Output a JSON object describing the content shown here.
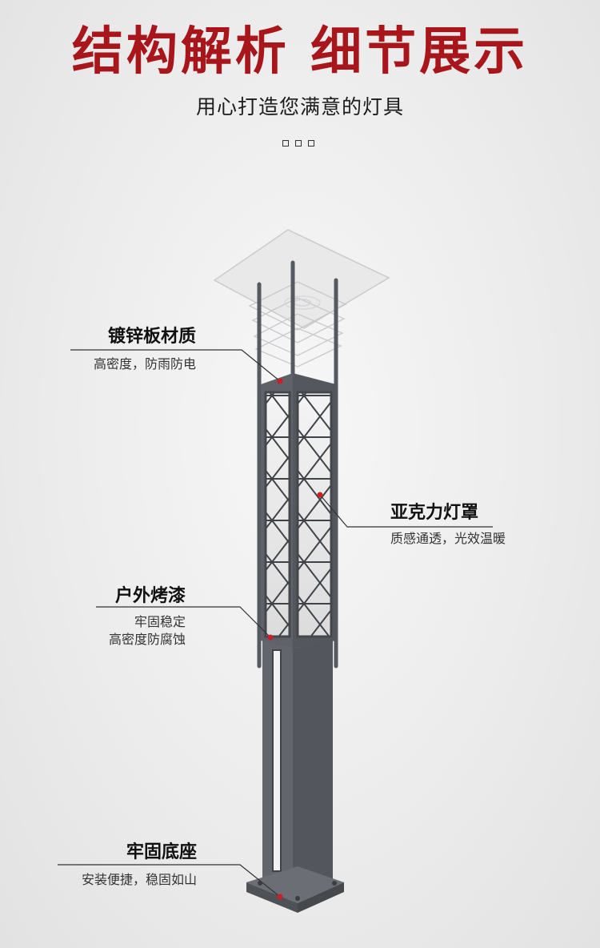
{
  "header": {
    "title": "结构解析 细节展示",
    "subtitle": "用心打造您满意的灯具"
  },
  "annotations": {
    "material": {
      "label": "镀锌板材质",
      "desc": "高密度，防雨防电"
    },
    "cover": {
      "label": "亚克力灯罩",
      "desc": "质感通透，光效温暖"
    },
    "paint": {
      "label": "户外烤漆",
      "desc_line1": "牢固稳定",
      "desc_line2": "高密度防腐蚀"
    },
    "base": {
      "label": "牢固底座",
      "desc": "安装便捷，稳固如山"
    }
  },
  "colors": {
    "title_red": "#a8151b",
    "pole_gray": "#5d6066",
    "marker_red": "#cc1f27"
  }
}
